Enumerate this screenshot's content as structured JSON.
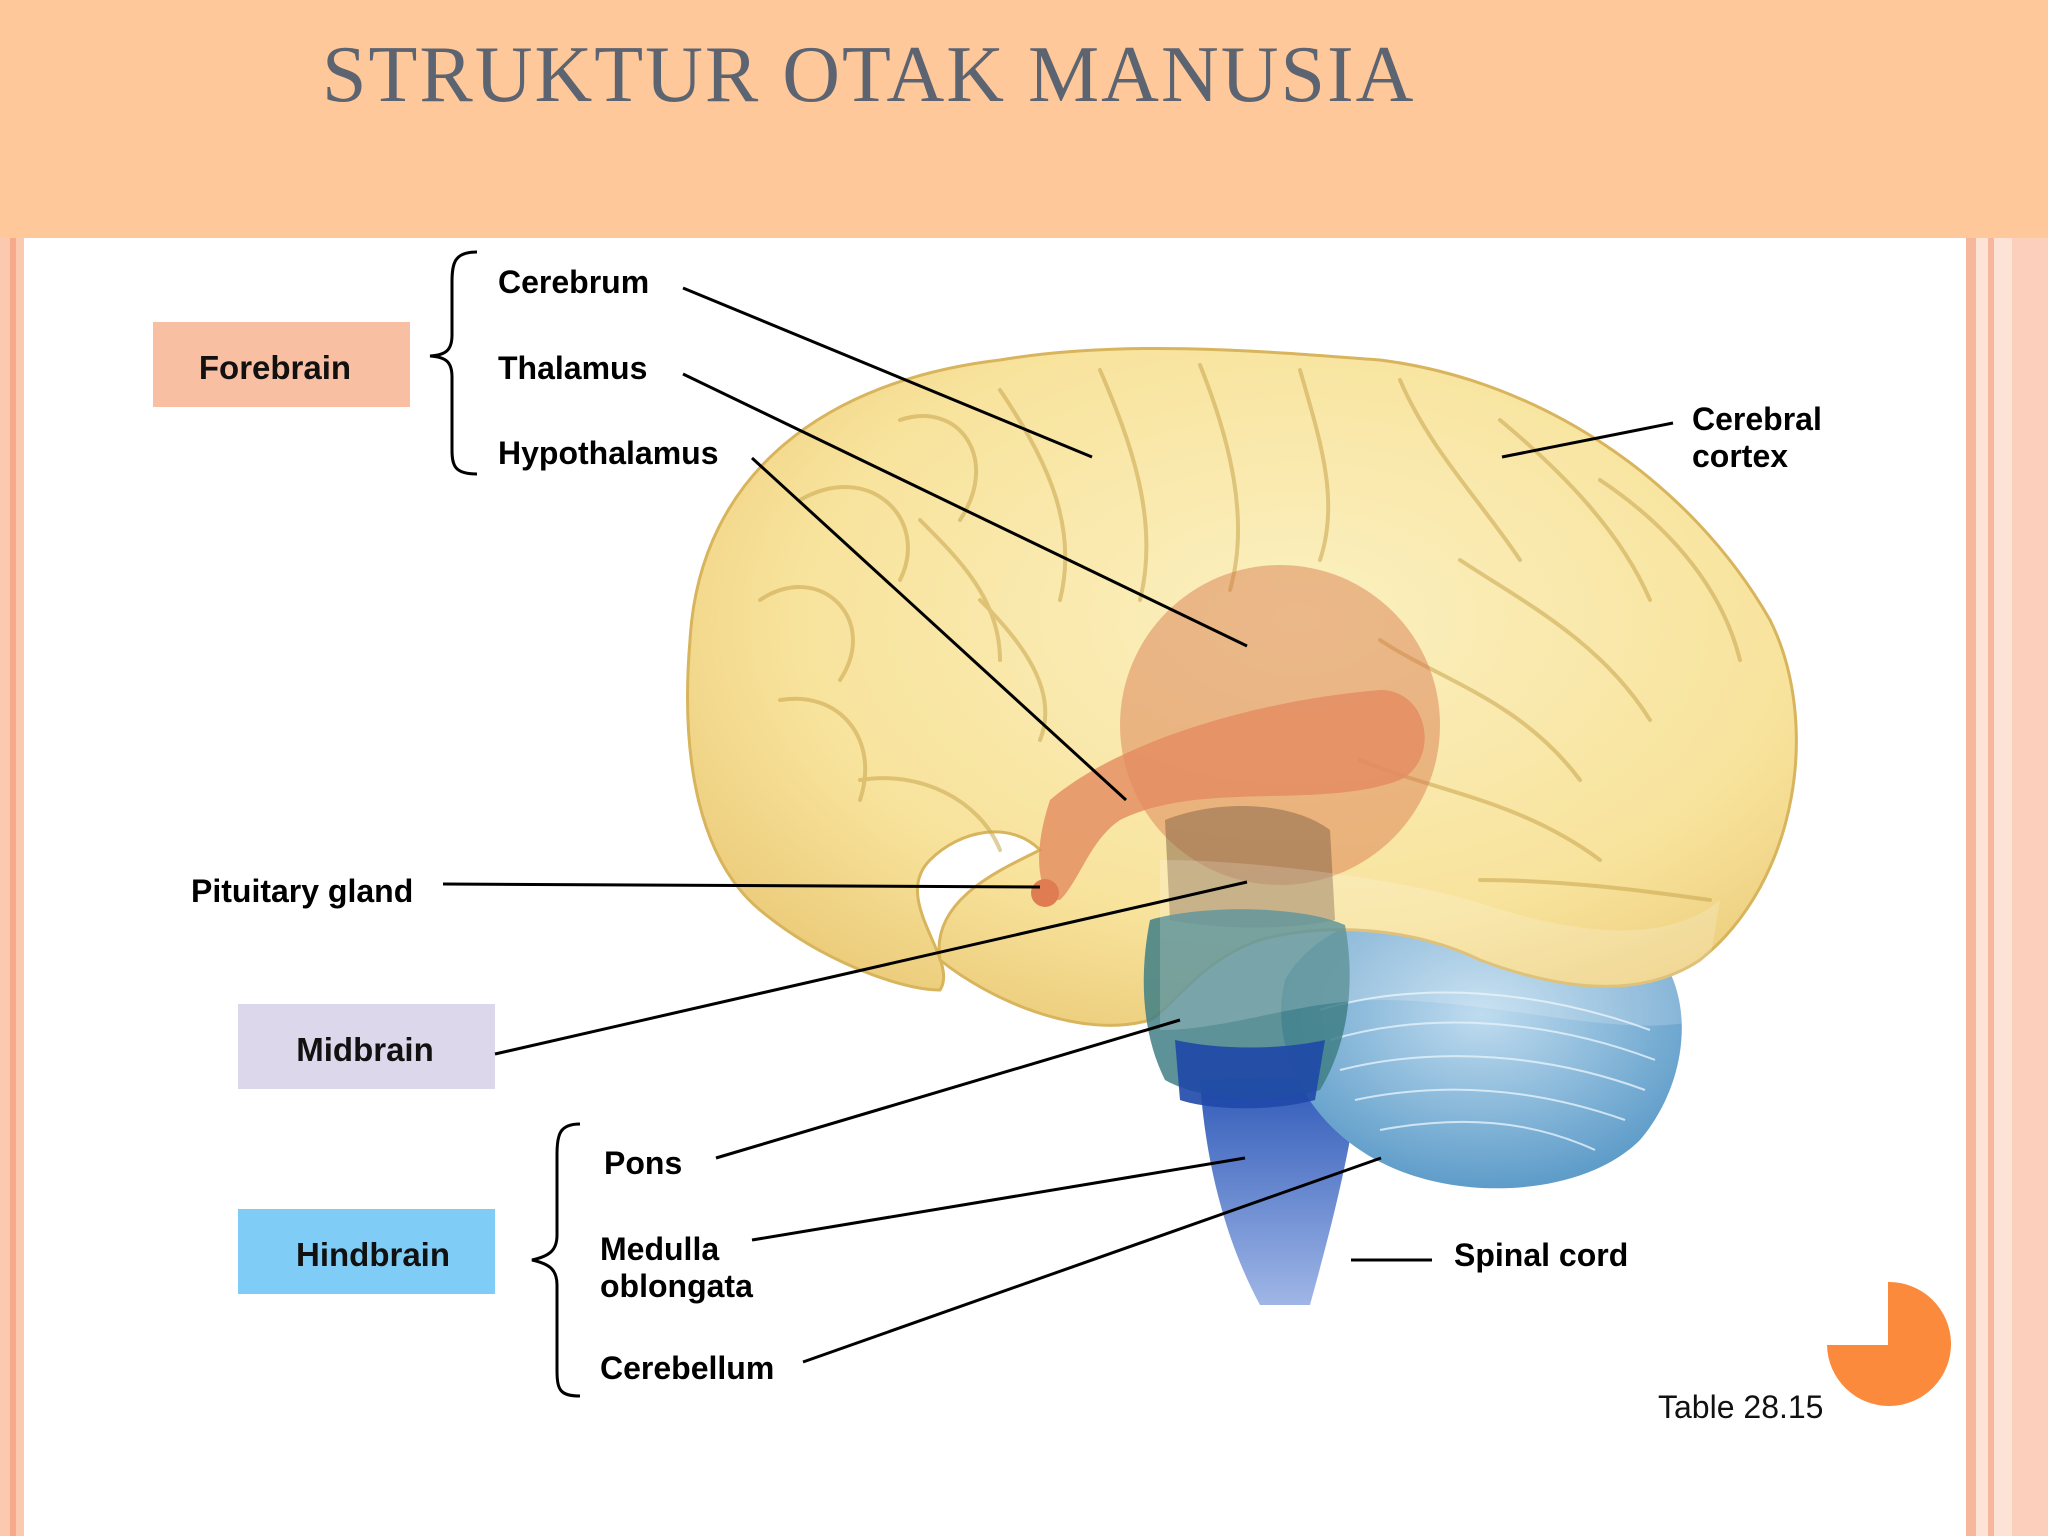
{
  "title": "STRUKTUR OTAK MANUSIA",
  "groups": {
    "forebrain": "Forebrain",
    "midbrain": "Midbrain",
    "hindbrain": "Hindbrain"
  },
  "labels": {
    "cerebrum": "Cerebrum",
    "thalamus": "Thalamus",
    "hypothalamus": "Hypothalamus",
    "cerebral_cortex_1": "Cerebral",
    "cerebral_cortex_2": "cortex",
    "pituitary": "Pituitary gland",
    "pons": "Pons",
    "medulla_1": "Medulla",
    "medulla_2": "oblongata",
    "cerebellum": "Cerebellum",
    "spinal_cord": "Spinal cord"
  },
  "caption": "Table 28.15",
  "colors": {
    "header": "#fec89a",
    "title": "#5d6471",
    "forebrain_box": "#f9bfa2",
    "midbrain_box": "#dcd7ea",
    "hindbrain_box": "#7fcdf6",
    "accent_circle": "#fb8a3c",
    "brain_cortex": "#f9e39a",
    "thalamus": "#e08a5e",
    "midbrain": "#4f8a89",
    "cerebellum": "#6aa9d3",
    "brainstem": "#3f63c6"
  }
}
